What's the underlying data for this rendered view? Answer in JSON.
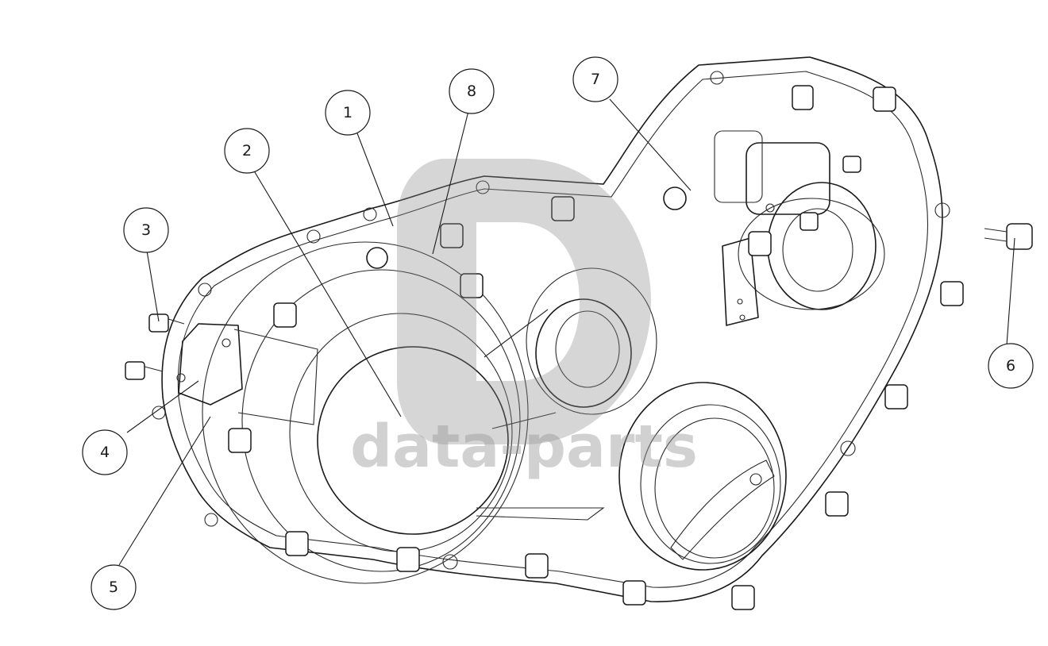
{
  "diagram": {
    "watermark": {
      "text": "data-parts"
    },
    "callouts": [
      {
        "id": "callout-1",
        "label": "1"
      },
      {
        "id": "callout-2",
        "label": "2"
      },
      {
        "id": "callout-3",
        "label": "3"
      },
      {
        "id": "callout-4",
        "label": "4"
      },
      {
        "id": "callout-5",
        "label": "5"
      },
      {
        "id": "callout-6",
        "label": "6"
      },
      {
        "id": "callout-7",
        "label": "7"
      },
      {
        "id": "callout-8",
        "label": "8"
      }
    ],
    "colors": {
      "line": "#1a1a1a",
      "watermark": "#9a9a9a",
      "background": "#ffffff"
    }
  }
}
